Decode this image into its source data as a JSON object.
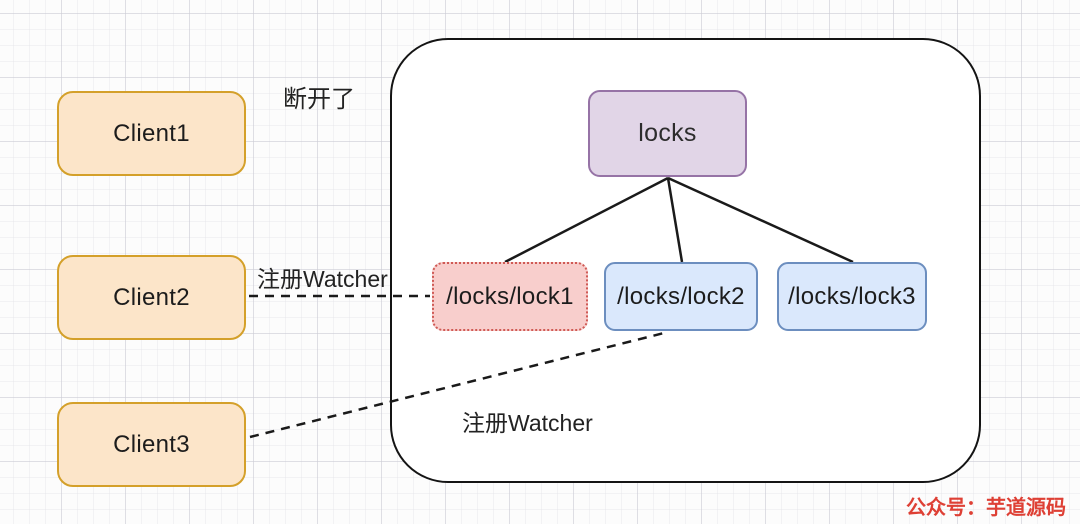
{
  "colors": {
    "client_fill": "#fce5c9",
    "client_border": "#d4a02a",
    "root_fill": "#e1d5e7",
    "root_border": "#9673a6",
    "lock_fill": "#dae8fc",
    "lock_border": "#6c8ebf",
    "disconnected_fill": "#f8cecc",
    "disconnected_border": "#cf5a55",
    "edge": "#1a1a1a",
    "watermark": "#de4035"
  },
  "clients": [
    {
      "label": "Client1"
    },
    {
      "label": "Client2"
    },
    {
      "label": "Client3"
    }
  ],
  "zookeeper": {
    "root_label": "locks",
    "children": [
      {
        "label": "/locks/lock1"
      },
      {
        "label": "/locks/lock2"
      },
      {
        "label": "/locks/lock3"
      }
    ]
  },
  "annotations": {
    "disconnected_label": "断开了",
    "client2_watcher_label": "注册Watcher",
    "client3_watcher_label": "注册Watcher"
  },
  "watermark": "公众号：芋道源码"
}
